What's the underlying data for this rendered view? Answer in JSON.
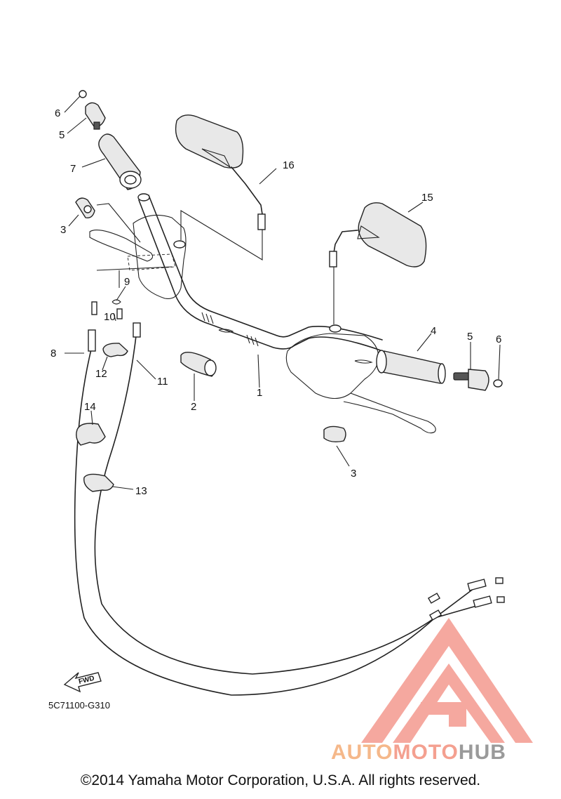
{
  "callouts": [
    {
      "id": "c1",
      "text": "1"
    },
    {
      "id": "c2",
      "text": "2"
    },
    {
      "id": "c3a",
      "text": "3"
    },
    {
      "id": "c3b",
      "text": "3"
    },
    {
      "id": "c4",
      "text": "4"
    },
    {
      "id": "c5a",
      "text": "5"
    },
    {
      "id": "c5b",
      "text": "5"
    },
    {
      "id": "c6a",
      "text": "6"
    },
    {
      "id": "c6b",
      "text": "6"
    },
    {
      "id": "c7",
      "text": "7"
    },
    {
      "id": "c8",
      "text": "8"
    },
    {
      "id": "c9",
      "text": "9"
    },
    {
      "id": "c10",
      "text": "10"
    },
    {
      "id": "c11",
      "text": "11"
    },
    {
      "id": "c12",
      "text": "12"
    },
    {
      "id": "c13",
      "text": "13"
    },
    {
      "id": "c14",
      "text": "14"
    },
    {
      "id": "c15",
      "text": "15"
    },
    {
      "id": "c16",
      "text": "16"
    }
  ],
  "fwd_label": "FWD",
  "diagram_code": "5C71100-G310",
  "copyright": "©2014 Yamaha Motor Corporation, U.S.A. All rights reserved.",
  "watermark": {
    "part1": "AUTO",
    "part2": "MOTO",
    "part3": "HUB",
    "color_red": "#f28b80",
    "color_orange": "#f5b88a",
    "color_gray": "#9a9a9a"
  }
}
